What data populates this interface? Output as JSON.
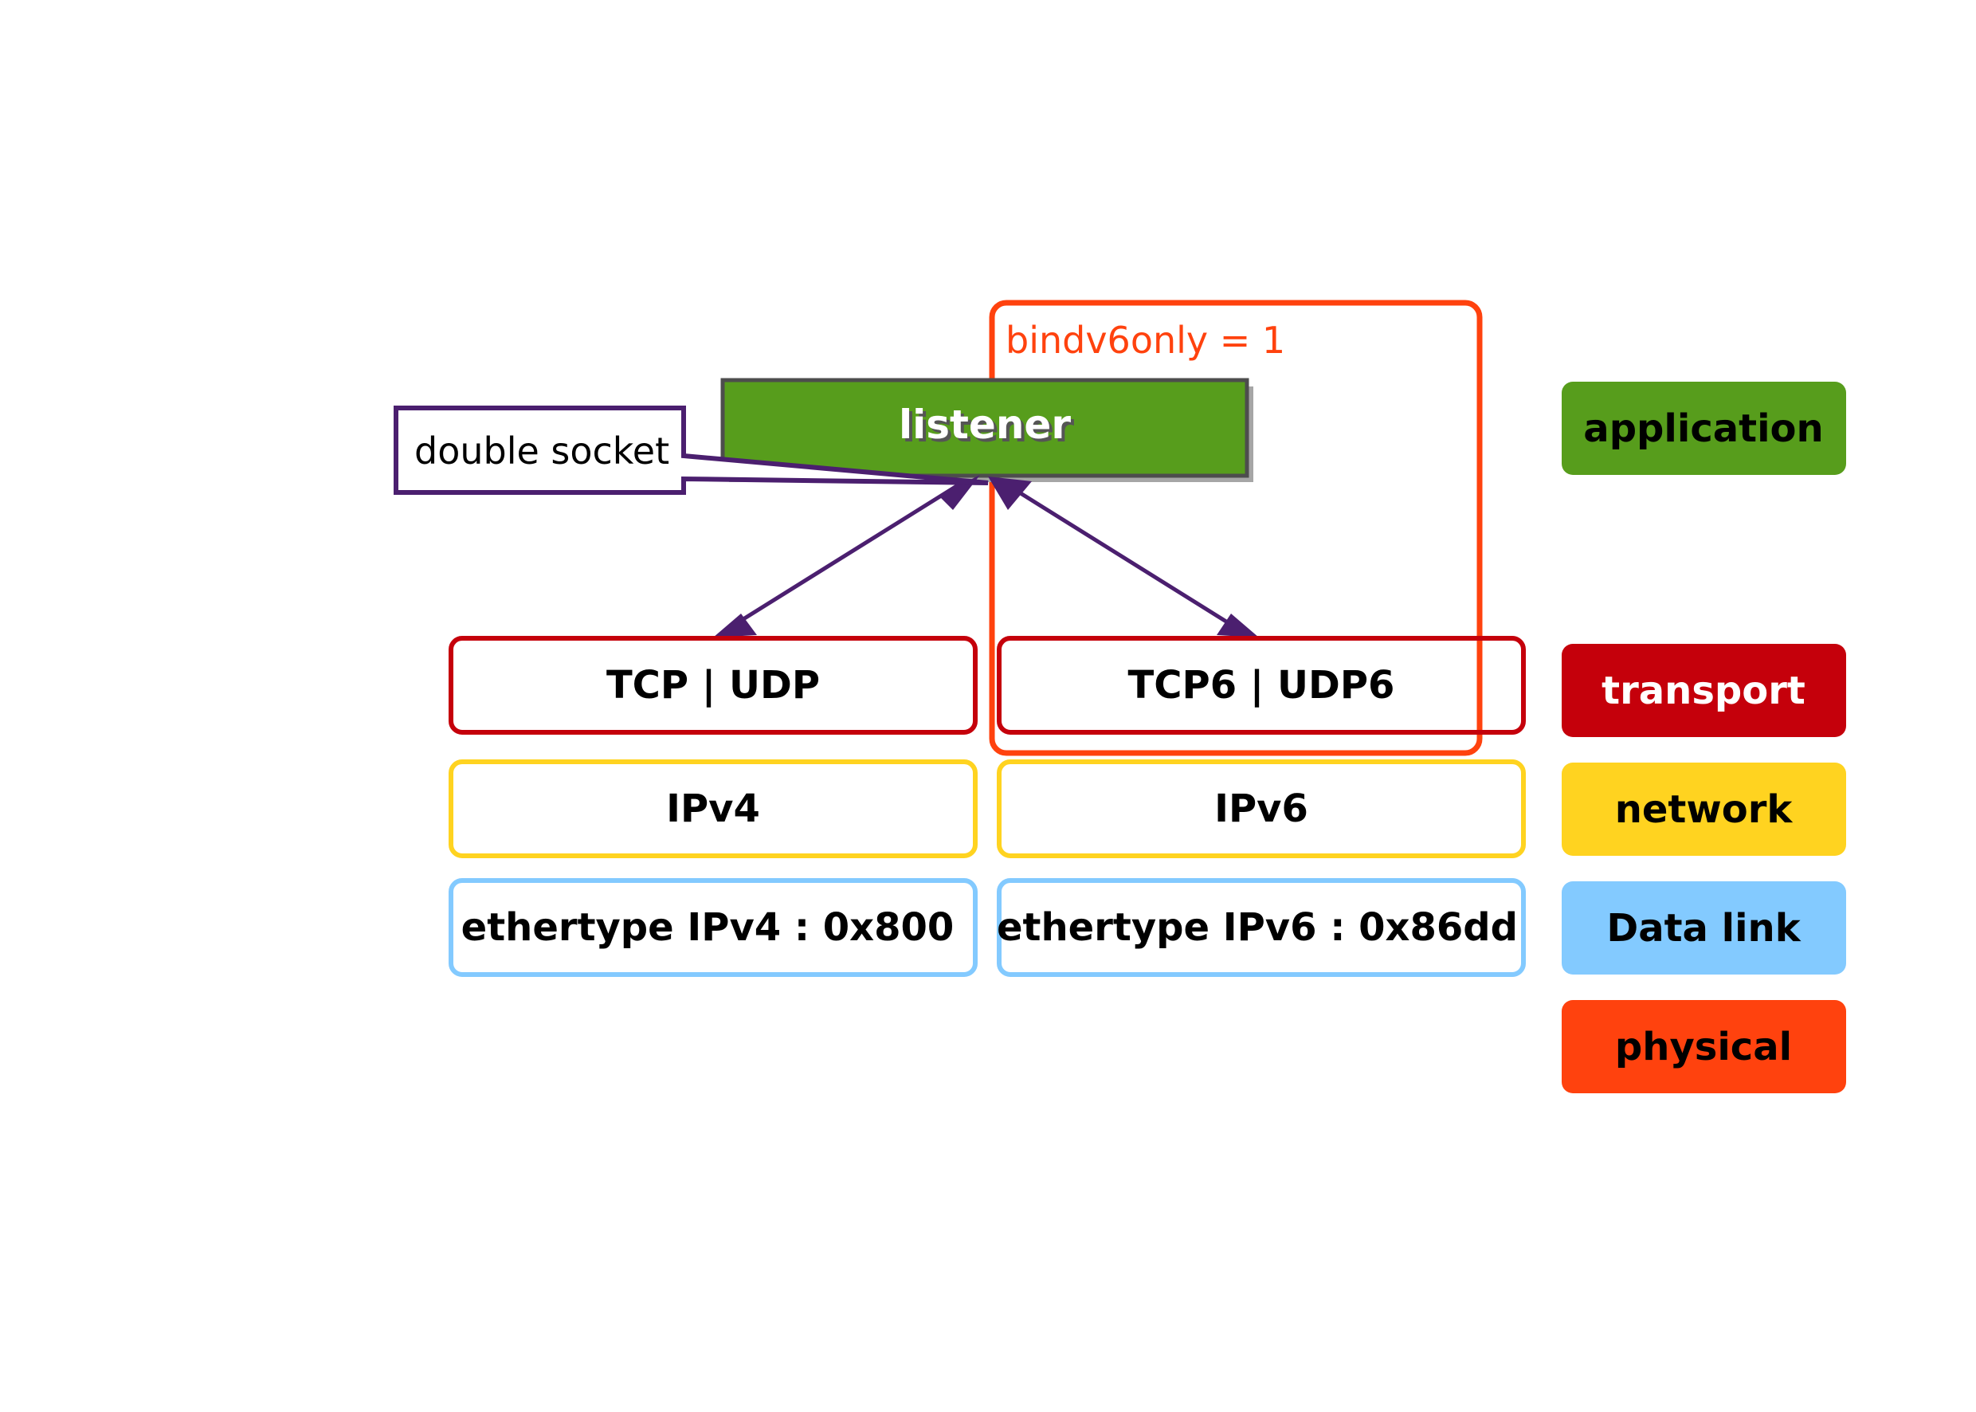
{
  "colors": {
    "application": "#579d1c",
    "transport": "#c5000b",
    "network": "#ffd320",
    "datalink": "#83caff",
    "physical": "#ff420e",
    "arrow": "#4b1f6f",
    "listener_border": "#4d4d4d",
    "shadow": "#a6a6a6"
  },
  "listener": {
    "label": "listener"
  },
  "callout": {
    "label": "double socket"
  },
  "bindv6only": {
    "label": "bindv6only = 1"
  },
  "stack_ipv4": {
    "transport": "TCP | UDP",
    "network": "IPv4",
    "datalink": "ethertype IPv4 : 0x800"
  },
  "stack_ipv6": {
    "transport": "TCP6 | UDP6",
    "network": "IPv6",
    "datalink": "ethertype IPv6 : 0x86dd"
  },
  "legend": {
    "application": "application",
    "transport": "transport",
    "network": "network",
    "datalink": "Data link",
    "physical": "physical"
  }
}
